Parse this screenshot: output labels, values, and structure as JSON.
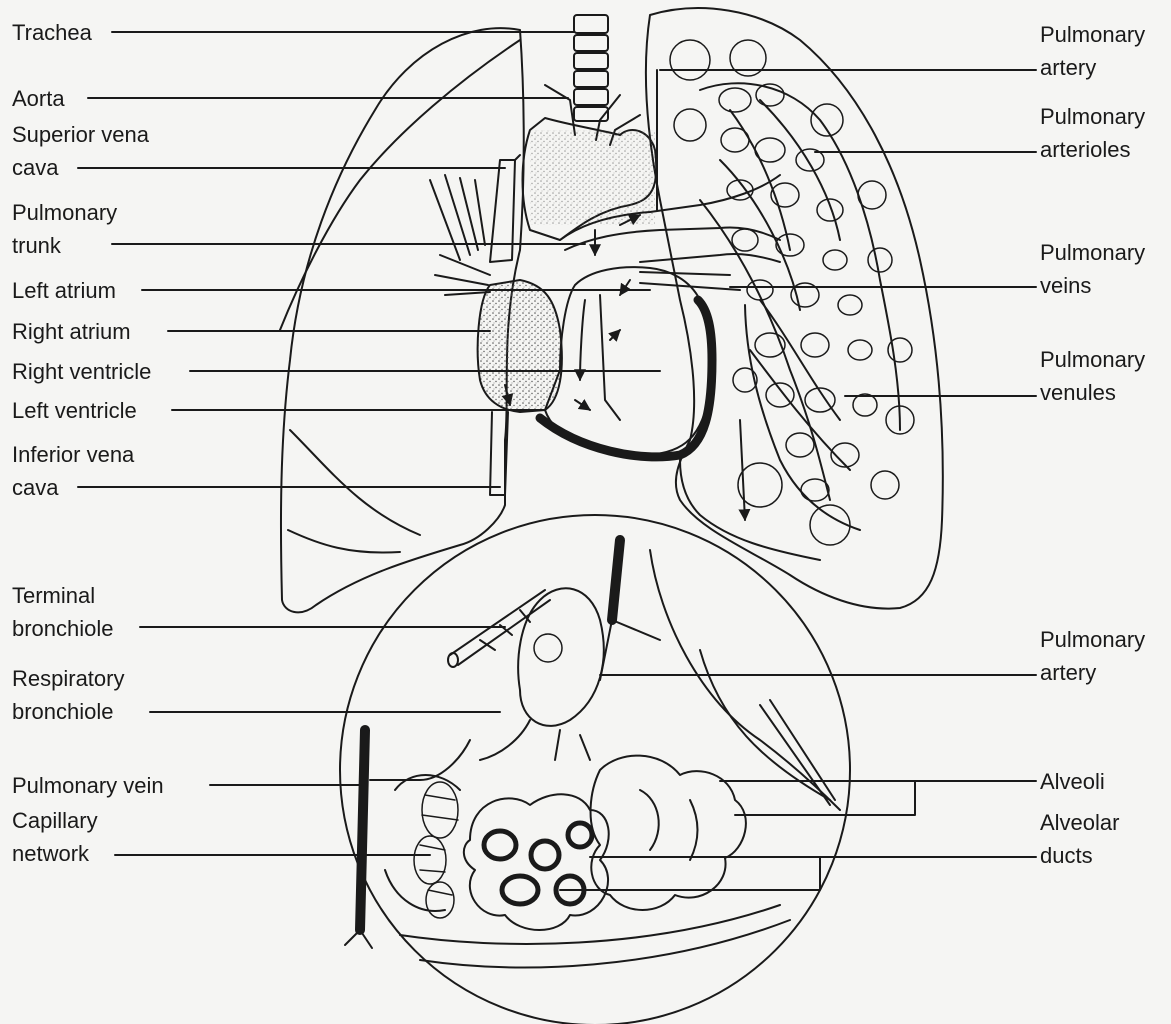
{
  "diagram": {
    "colors": {
      "ink": "#1a1a1a",
      "paper": "#f5f5f3",
      "stipple": "#555555"
    },
    "left_labels": {
      "trachea": "Trachea",
      "aorta": "Aorta",
      "superior_vena_cava": "Superior vena\ncava",
      "pulmonary_trunk": "Pulmonary\ntrunk",
      "left_atrium": "Left atrium",
      "right_atrium": "Right atrium",
      "right_ventricle": "Right ventricle",
      "left_ventricle": "Left ventricle",
      "inferior_vena_cava": "Inferior vena\ncava",
      "terminal_bronchiole": "Terminal\nbronchiole",
      "respiratory_bronchiole": "Respiratory\nbronchiole",
      "pulmonary_vein": "Pulmonary vein",
      "capillary_network": "Capillary\nnetwork"
    },
    "right_labels": {
      "pulmonary_artery_top": "Pulmonary\nartery",
      "pulmonary_arterioles": "Pulmonary\narterioles",
      "pulmonary_veins": "Pulmonary\nveins",
      "pulmonary_venules": "Pulmonary\nvenules",
      "pulmonary_artery_bottom": "Pulmonary\nartery",
      "alveoli": "Alveoli",
      "alveolar_ducts": "Alveolar\nducts"
    }
  }
}
